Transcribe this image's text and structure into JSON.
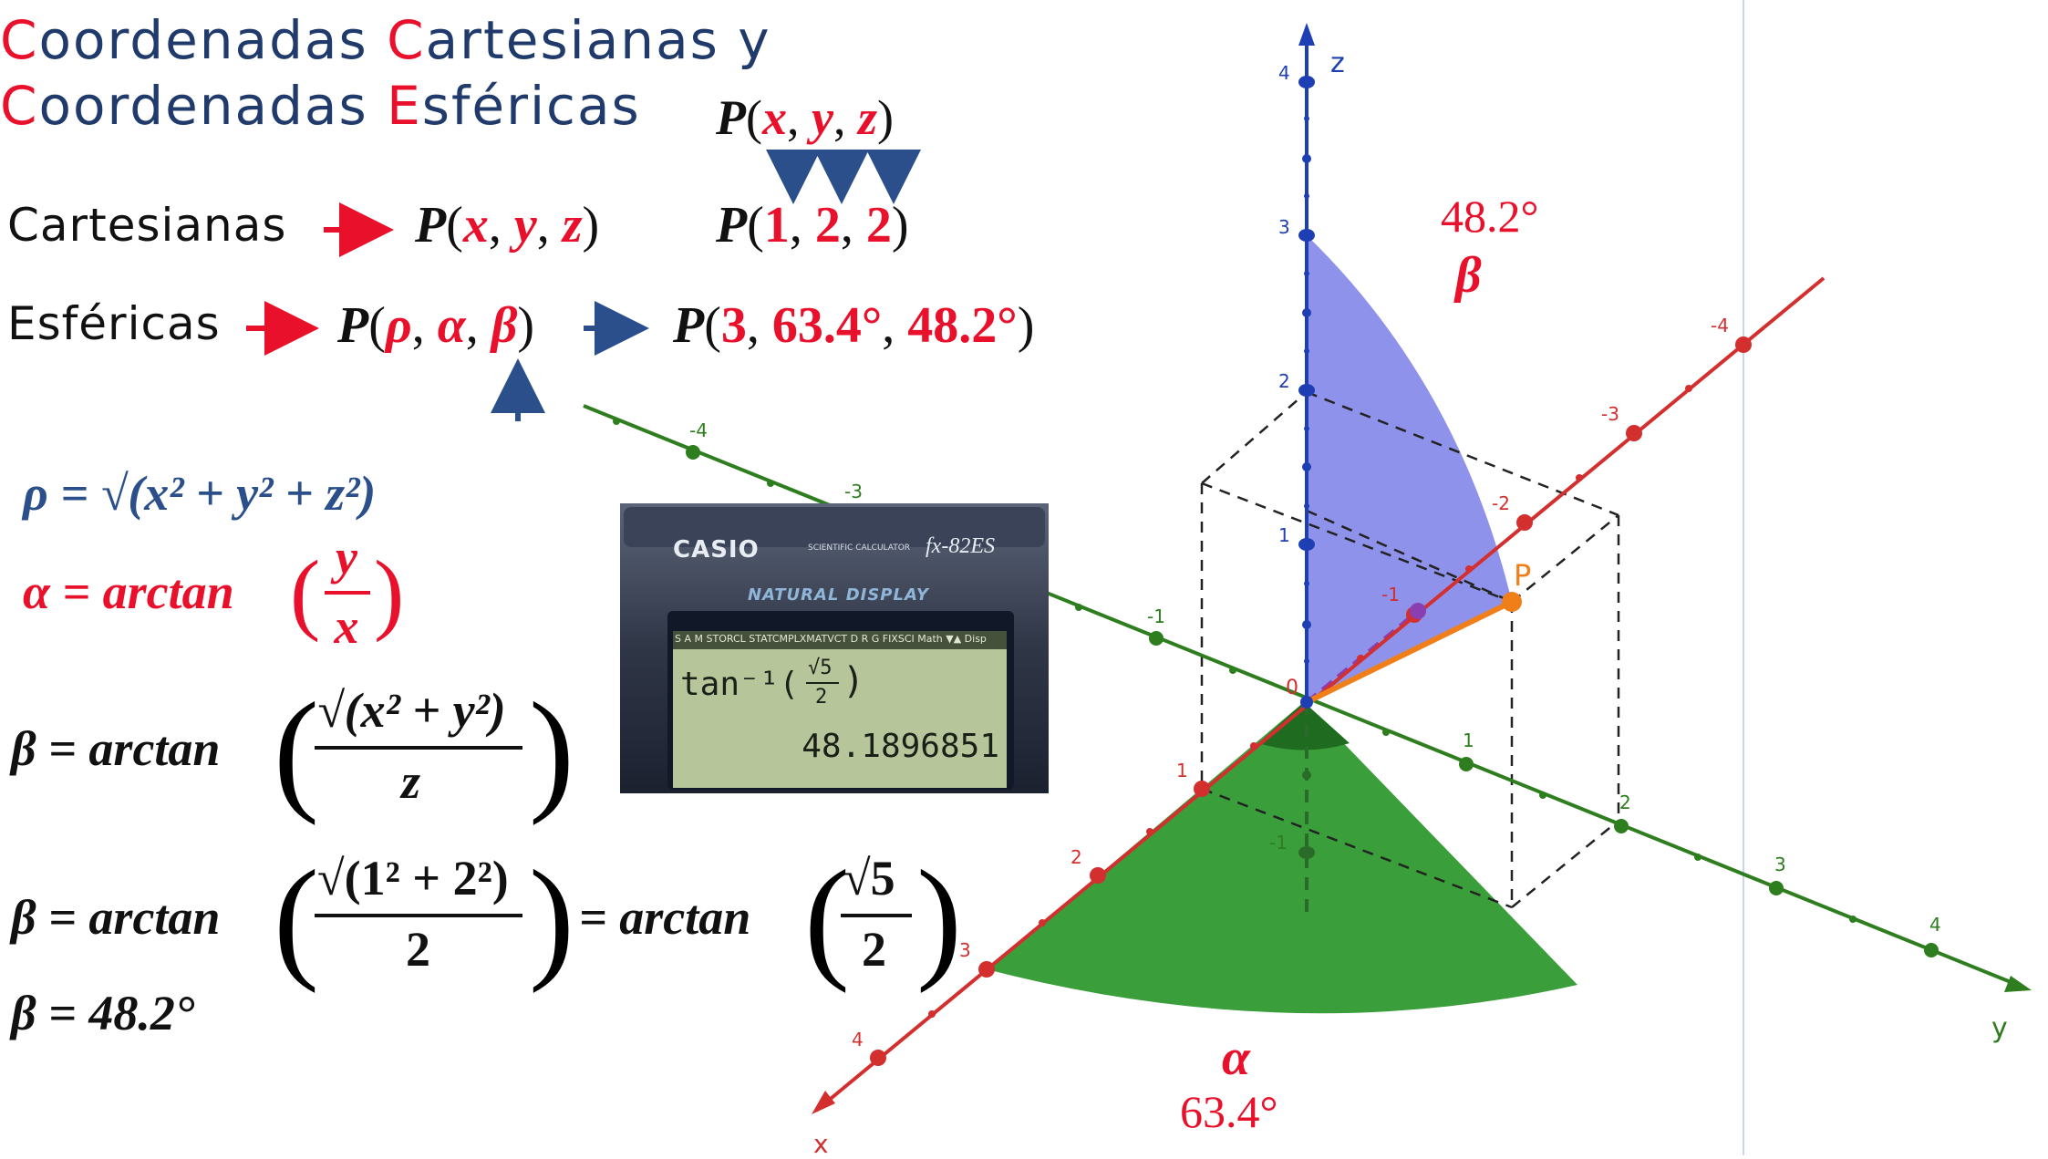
{
  "title": {
    "line1_cap1": "C",
    "line1_rest1": "oordenadas ",
    "line1_cap2": "C",
    "line1_rest2": "artesianas y",
    "line2_cap1": "C",
    "line2_rest1": "oordenadas ",
    "line2_cap2": "E",
    "line2_rest2": "sféricas"
  },
  "cartesian_label": "Cartesianas",
  "spherical_label": "Esféricas",
  "point_name": "P",
  "coords_generic": {
    "x": "x",
    "y": "y",
    "z": "z"
  },
  "coords_values": {
    "x": "1",
    "y": "2",
    "z": "2"
  },
  "spherical_generic": {
    "rho": "ρ",
    "alpha": "α",
    "beta": "β"
  },
  "spherical_values": {
    "rho": "3",
    "alpha": "63.4°",
    "beta": "48.2°"
  },
  "formulas": {
    "rho": "ρ = √(x² + y² + z²)",
    "alpha_lhs": "α = arctan",
    "alpha_num": "y",
    "alpha_den": "x",
    "beta_lhs": "β = arctan",
    "beta_num": "√(x² + y²)",
    "beta_den": "z",
    "beta2_lhs": "β = arctan",
    "beta2_num": "√(1² + 2²)",
    "beta2_den": "2",
    "beta2_mid": "= arctan",
    "beta2_num2": "√5",
    "beta2_den2": "2",
    "beta_result": "β = 48.2°"
  },
  "calculator": {
    "brand": "CASIO",
    "model_small": "SCIENTIFIC CALCULATOR",
    "model": "fx-82ES",
    "display_banner": "NATURAL DISPLAY",
    "status_bar": "S A M STORCL STATCMPLXMATVCT D R G FIXSCI Math ▼▲ Disp",
    "input_func": "tan⁻¹(",
    "input_num": "√5",
    "input_den": "2",
    "result": "48.1896851"
  },
  "graph": {
    "axis_labels": {
      "x": "x",
      "y": "y",
      "z": "z"
    },
    "point_label": "P",
    "origin_label": "0",
    "beta_value": "48.2°",
    "beta_symbol": "β",
    "alpha_symbol": "α",
    "alpha_value": "63.4°",
    "z_ticks": [
      "4",
      "3",
      "2",
      "1",
      "-1"
    ],
    "x_ticks": [
      "1",
      "2",
      "3",
      "4",
      "-1",
      "-2",
      "-3",
      "-4"
    ],
    "y_ticks": [
      "1",
      "2",
      "3",
      "4",
      "-1",
      "-3",
      "-4"
    ],
    "colors": {
      "x_axis": "#d32f2f",
      "y_axis": "#2e7d1e",
      "z_axis": "#1e3fb4",
      "beta_sector": "#7b7fe6",
      "alpha_sector": "#2f9a2f",
      "segment": "#f07f1a"
    }
  }
}
